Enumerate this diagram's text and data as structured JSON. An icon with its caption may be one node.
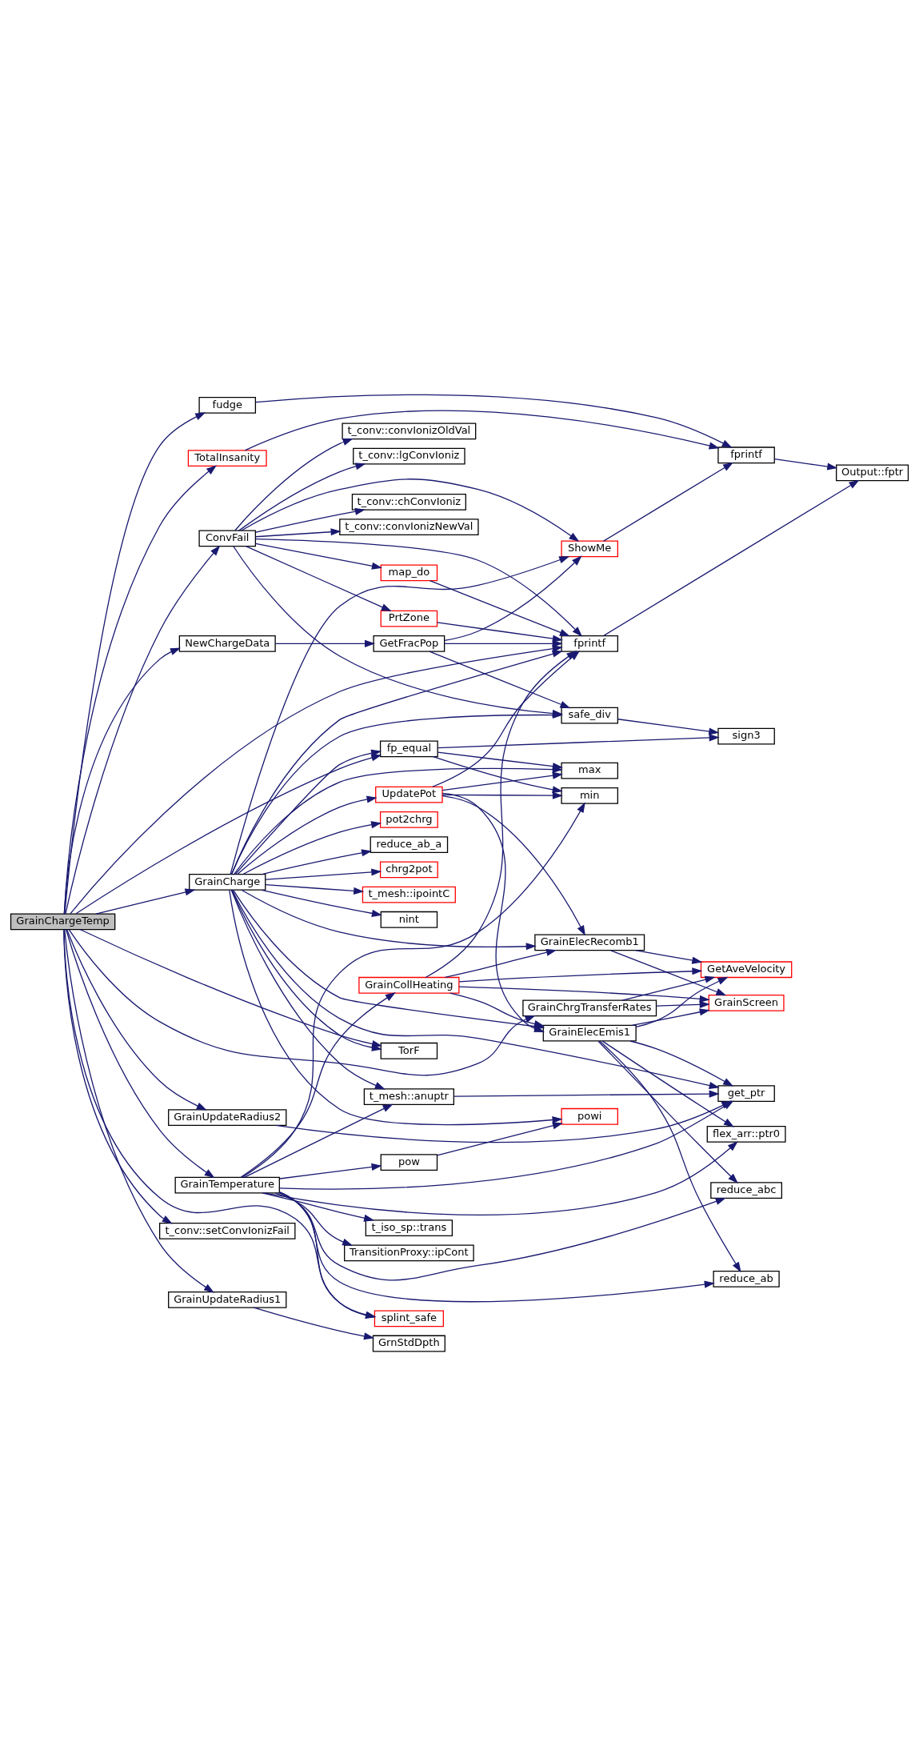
{
  "diagram": {
    "nodes": [
      {
        "text": [
          "GrainChargeTemp"
        ]
      },
      {
        "text": [
          "TotalInsanity"
        ]
      },
      {
        "text": [
          "fudge"
        ]
      },
      {
        "text": [
          "ConvFail"
        ]
      },
      {
        "text": [
          "NewChargeData"
        ]
      },
      {
        "text": [
          "GrainCharge"
        ]
      },
      {
        "text": [
          "GrainUpdateRadius2"
        ]
      },
      {
        "text": [
          "t_conv::setConvIonizFail"
        ]
      },
      {
        "text": [
          "GrainTemperature"
        ]
      },
      {
        "text": [
          "GrainUpdateRadius1"
        ]
      },
      {
        "text": [
          "t_conv::convIonizNewVal"
        ]
      },
      {
        "text": [
          "t_conv::convIonizOldVal"
        ]
      },
      {
        "text": [
          "t_conv::lgConvIoniz"
        ]
      },
      {
        "text": [
          "t_conv::chConvIoniz"
        ]
      },
      {
        "text": [
          "ShowMe"
        ]
      },
      {
        "text": [
          "GetFracPop"
        ]
      },
      {
        "text": [
          "safe_div"
        ]
      },
      {
        "text": [
          "map_do"
        ]
      },
      {
        "text": [
          "PrtZone"
        ]
      },
      {
        "text": [
          "fprintf"
        ]
      },
      {
        "text": [
          "fp_equal"
        ]
      },
      {
        "text": [
          "t_mesh::ipointC"
        ]
      },
      {
        "text": [
          "nint"
        ]
      },
      {
        "text": [
          "pot2chrg"
        ]
      },
      {
        "text": [
          "reduce_ab_a"
        ]
      },
      {
        "text": [
          "max"
        ]
      },
      {
        "text": [
          "chrg2pot"
        ]
      },
      {
        "text": [
          "UpdatePot"
        ]
      },
      {
        "text": [
          "min"
        ]
      },
      {
        "text": [
          "GrainElecRecomb1"
        ]
      },
      {
        "text": [
          "GrainCollHeating"
        ]
      },
      {
        "text": [
          "GrainChrgTransferRates"
        ]
      },
      {
        "text": [
          "GrainElecEmis1"
        ]
      },
      {
        "text": [
          "TorF"
        ]
      },
      {
        "text": [
          "powi"
        ]
      },
      {
        "text": [
          "t_mesh::anuptr"
        ]
      },
      {
        "text": [
          "pow"
        ]
      },
      {
        "text": [
          "t_iso_sp::trans"
        ]
      },
      {
        "text": [
          "TransitionProxy::ipCont"
        ]
      },
      {
        "text": [
          "splint_safe"
        ]
      },
      {
        "text": [
          "GrnStdDpth"
        ]
      },
      {
        "text": [
          "fprintf"
        ]
      },
      {
        "text": [
          "Output::fptr"
        ]
      },
      {
        "text": [
          "sign3"
        ]
      },
      {
        "text": [
          "GrainScreen"
        ]
      },
      {
        "text": [
          "GetAveVelocity"
        ]
      },
      {
        "text": [
          "reduce_ab"
        ]
      },
      {
        "text": [
          "get_ptr"
        ]
      },
      {
        "text": [
          "flex_arr::ptr0"
        ]
      },
      {
        "text": [
          "reduce_abc"
        ]
      }
    ],
    "edges": [
      {
        "from": 0,
        "to": 1,
        "arrow": "to"
      },
      {
        "from": 0,
        "to": 2,
        "arrow": "to"
      },
      {
        "from": 0,
        "to": 3,
        "arrow": "to"
      },
      {
        "from": 0,
        "to": 19,
        "arrow": "to"
      },
      {
        "from": 0,
        "to": 20,
        "arrow": "to"
      },
      {
        "from": 0,
        "to": 4,
        "arrow": "to"
      },
      {
        "from": 0,
        "to": 5,
        "arrow": "to"
      },
      {
        "from": 0,
        "to": 33,
        "arrow": "to"
      },
      {
        "from": 0,
        "to": 31,
        "arrow": "to"
      },
      {
        "from": 0,
        "to": 6,
        "arrow": "to"
      },
      {
        "from": 0,
        "to": 7,
        "arrow": "to"
      },
      {
        "from": 0,
        "to": 8,
        "arrow": "to"
      },
      {
        "from": 0,
        "to": 39,
        "arrow": "to"
      },
      {
        "from": 0,
        "to": 9,
        "arrow": "to"
      },
      {
        "from": 1,
        "to": 41,
        "arrow": "to"
      },
      {
        "from": 2,
        "to": 41,
        "arrow": "to"
      },
      {
        "from": 3,
        "to": 10,
        "arrow": "to"
      },
      {
        "from": 3,
        "to": 11,
        "arrow": "to"
      },
      {
        "from": 3,
        "to": 12,
        "arrow": "to"
      },
      {
        "from": 3,
        "to": 14,
        "arrow": "to"
      },
      {
        "from": 3,
        "to": 13,
        "arrow": "to"
      },
      {
        "from": 3,
        "to": 16,
        "arrow": "to"
      },
      {
        "from": 3,
        "to": 19,
        "arrow": "to"
      },
      {
        "from": 3,
        "to": 17,
        "arrow": "to"
      },
      {
        "from": 3,
        "to": 18,
        "arrow": "to"
      },
      {
        "from": 14,
        "to": 41,
        "arrow": "to"
      },
      {
        "from": 41,
        "to": 42,
        "arrow": "to"
      },
      {
        "from": 15,
        "to": 14,
        "arrow": "to"
      },
      {
        "from": 15,
        "to": 16,
        "arrow": "to"
      },
      {
        "from": 15,
        "to": 19,
        "arrow": "to"
      },
      {
        "from": 16,
        "to": 43,
        "arrow": "to"
      },
      {
        "from": 17,
        "to": 19,
        "arrow": "to"
      },
      {
        "from": 18,
        "to": 19,
        "arrow": "to"
      },
      {
        "from": 19,
        "to": 42,
        "arrow": "to"
      },
      {
        "from": 20,
        "to": 43,
        "arrow": "to"
      },
      {
        "from": 20,
        "to": 25,
        "arrow": "to"
      },
      {
        "from": 20,
        "to": 28,
        "arrow": "to"
      },
      {
        "from": 4,
        "to": 15,
        "arrow": "to"
      },
      {
        "from": 5,
        "to": 14,
        "arrow": "to"
      },
      {
        "from": 5,
        "to": 16,
        "arrow": "to"
      },
      {
        "from": 5,
        "to": 19,
        "arrow": "to"
      },
      {
        "from": 5,
        "to": 20,
        "arrow": "to"
      },
      {
        "from": 5,
        "to": 21,
        "arrow": "to"
      },
      {
        "from": 5,
        "to": 22,
        "arrow": "to"
      },
      {
        "from": 5,
        "to": 23,
        "arrow": "to"
      },
      {
        "from": 5,
        "to": 24,
        "arrow": "to"
      },
      {
        "from": 5,
        "to": 25,
        "arrow": "to"
      },
      {
        "from": 5,
        "to": 26,
        "arrow": "to"
      },
      {
        "from": 5,
        "to": 27,
        "arrow": "to"
      },
      {
        "from": 5,
        "to": 29,
        "arrow": "to"
      },
      {
        "from": 5,
        "to": 32,
        "arrow": "to"
      },
      {
        "from": 5,
        "to": 33,
        "arrow": "to"
      },
      {
        "from": 5,
        "to": 34,
        "arrow": "to"
      },
      {
        "from": 5,
        "to": 47,
        "arrow": "to"
      },
      {
        "from": 5,
        "to": 35,
        "arrow": "to"
      },
      {
        "from": 27,
        "to": 19,
        "arrow": "to"
      },
      {
        "from": 27,
        "to": 25,
        "arrow": "to"
      },
      {
        "from": 27,
        "to": 28,
        "arrow": "to"
      },
      {
        "from": 27,
        "to": 29,
        "arrow": "to"
      },
      {
        "from": 27,
        "to": 32,
        "arrow": "to"
      },
      {
        "from": 29,
        "to": 44,
        "arrow": "to"
      },
      {
        "from": 29,
        "to": 45,
        "arrow": "to"
      },
      {
        "from": 30,
        "to": 19,
        "arrow": "to"
      },
      {
        "from": 30,
        "to": 29,
        "arrow": "to"
      },
      {
        "from": 30,
        "to": 44,
        "arrow": "to"
      },
      {
        "from": 30,
        "to": 45,
        "arrow": "to"
      },
      {
        "from": 30,
        "to": 32,
        "arrow": "to"
      },
      {
        "from": 31,
        "to": 44,
        "arrow": "to"
      },
      {
        "from": 31,
        "to": 45,
        "arrow": "to"
      },
      {
        "from": 32,
        "to": 44,
        "arrow": "to"
      },
      {
        "from": 32,
        "to": 45,
        "arrow": "to"
      },
      {
        "from": 32,
        "to": 46,
        "arrow": "to"
      },
      {
        "from": 32,
        "to": 47,
        "arrow": "to"
      },
      {
        "from": 32,
        "to": 48,
        "arrow": "to"
      },
      {
        "from": 32,
        "to": 49,
        "arrow": "to"
      },
      {
        "from": 6,
        "to": 47,
        "arrow": "to"
      },
      {
        "from": 35,
        "to": 47,
        "arrow": "to"
      },
      {
        "from": 36,
        "to": 34,
        "arrow": "to"
      },
      {
        "from": 8,
        "to": 30,
        "arrow": "to"
      },
      {
        "from": 8,
        "to": 28,
        "arrow": "to"
      },
      {
        "from": 8,
        "to": 35,
        "arrow": "to"
      },
      {
        "from": 8,
        "to": 36,
        "arrow": "to"
      },
      {
        "from": 8,
        "to": 46,
        "arrow": "to"
      },
      {
        "from": 8,
        "to": 37,
        "arrow": "to"
      },
      {
        "from": 8,
        "to": 38,
        "arrow": "to"
      },
      {
        "from": 8,
        "to": 47,
        "arrow": "to"
      },
      {
        "from": 8,
        "to": 48,
        "arrow": "to"
      },
      {
        "from": 8,
        "to": 49,
        "arrow": "to"
      },
      {
        "from": 8,
        "to": 39,
        "arrow": "to"
      },
      {
        "from": 9,
        "to": 40,
        "arrow": "to"
      }
    ]
  }
}
